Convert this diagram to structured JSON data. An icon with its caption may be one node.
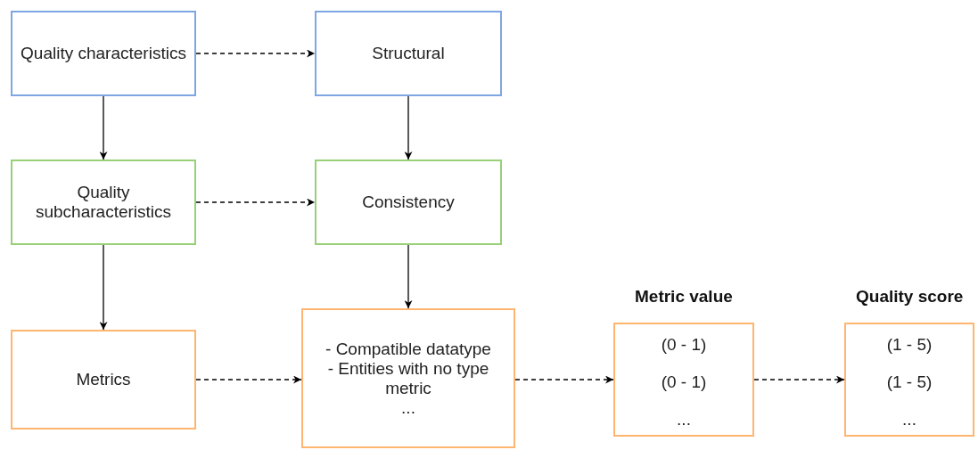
{
  "diagram": {
    "nodes": [
      {
        "text": [
          "Quality characteristics"
        ]
      },
      {
        "text": [
          "Structural"
        ]
      },
      {
        "text": [
          "Quality subcharacteristics"
        ]
      },
      {
        "text": [
          "Consistency"
        ]
      },
      {
        "text": [
          "Metrics"
        ]
      },
      {
        "text": [
          "- Compatible datatype",
          "- Entities with no type metric",
          "..."
        ]
      },
      {
        "text": [
          "Metric value",
          "(0 - 1)",
          "(0 - 1)",
          "..."
        ]
      },
      {
        "text": [
          "Quality score",
          "(1 - 5)",
          "(1 - 5)",
          "..."
        ]
      }
    ],
    "edges": [
      {
        "from": 0,
        "to": 1,
        "arrow": "to",
        "style": "dashed"
      },
      {
        "from": 0,
        "to": 2,
        "arrow": "to"
      },
      {
        "from": 1,
        "to": 3,
        "arrow": "to"
      },
      {
        "from": 2,
        "to": 3,
        "arrow": "to",
        "style": "dashed"
      },
      {
        "from": 2,
        "to": 4,
        "arrow": "to"
      },
      {
        "from": 3,
        "to": 5,
        "arrow": "to"
      },
      {
        "from": 4,
        "to": 5,
        "arrow": "to",
        "style": "dashed"
      },
      {
        "from": 5,
        "to": 6,
        "arrow": "to",
        "style": "dashed"
      },
      {
        "from": 6,
        "to": 7,
        "arrow": "to",
        "style": "dashed"
      }
    ]
  }
}
